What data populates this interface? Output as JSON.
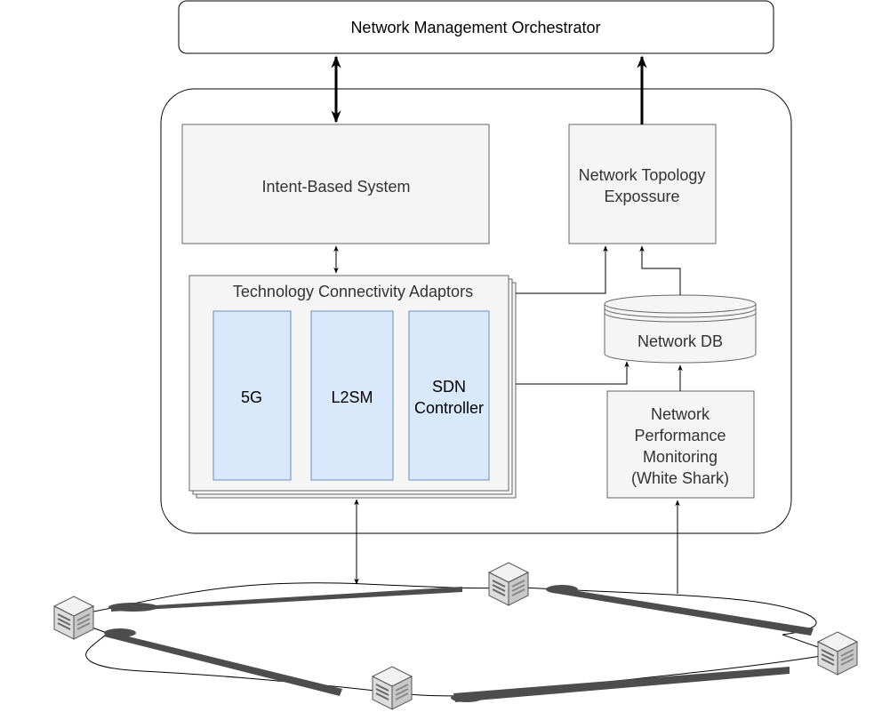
{
  "orchestrator": {
    "label": "Network Management Orchestrator"
  },
  "intent_system": {
    "label": "Intent-Based System"
  },
  "topology": {
    "line1": "Network Topology",
    "line2": "Expossure"
  },
  "adaptors": {
    "title": "Technology Connectivity Adaptors",
    "items": [
      {
        "line1": "5G"
      },
      {
        "line1": "L2SM"
      },
      {
        "line1": "SDN",
        "line2": "Controller"
      }
    ]
  },
  "network_db": {
    "label": "Network DB"
  },
  "monitoring": {
    "lines": [
      "Network",
      "Performance",
      "Monitoring",
      "(White Shark)"
    ]
  },
  "network_nodes": {
    "icon": "server-node-icon",
    "count": 4
  },
  "colors": {
    "box_fill": "#f5f5f5",
    "box_stroke": "#666666",
    "adaptor_fill": "#dae8fc",
    "adaptor_stroke": "#6c8ebf",
    "link": "#4d4d4d"
  }
}
